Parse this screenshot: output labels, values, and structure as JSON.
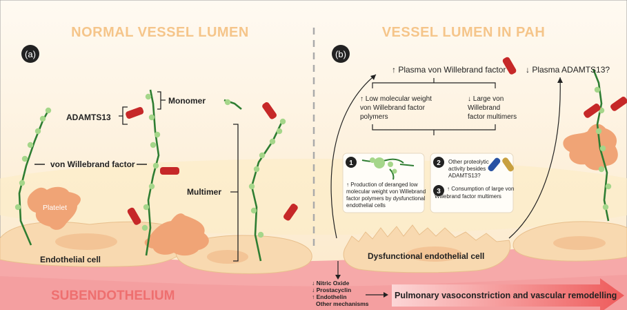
{
  "panel_a": {
    "title": "NORMAL VESSEL LUMEN",
    "badge": "(a)",
    "labels": {
      "monomer": "Monomer",
      "adamts13": "ADAMTS13",
      "vwf": "von Willebrand factor",
      "multimer": "Multimer",
      "platelet": "Platelet",
      "endothelial": "Endothelial cell"
    }
  },
  "panel_b": {
    "title": "VESSEL LUMEN IN PAH",
    "badge": "(b)",
    "plasma_vwf": "↑ Plasma von Willebrand factor",
    "plasma_adamts13": "↓ Plasma ADAMTS13?",
    "low_mw": [
      "↑ Low molecular weight",
      "von Willebrand factor",
      "polymers"
    ],
    "large_vwf": [
      "↓ Large von",
      "Willebrand",
      "factor multimers"
    ],
    "box1_num": "1",
    "box1_text": [
      "↑ Production of deranged low",
      "molecular weight von Willebrand",
      "factor polymers by dysfunctional",
      "endothelial cells"
    ],
    "box2_num": "2",
    "box2_text": [
      "Other proteolytic",
      "activity besides",
      "ADAMTS13?"
    ],
    "box3_num": "3",
    "box3_text": [
      "↑ Consumption of large von",
      "Willebrand factor multimers"
    ],
    "dysfunctional": "Dysfunctional endothelial cell"
  },
  "bottom": {
    "subendothelium": "SUBENDOTHELIUM",
    "effects": [
      "↓ Nitric Oxide",
      "↓ Prostacyclin",
      "↑ Endothelin",
      "Other mechanisms"
    ],
    "outcome": "Pulmonary vasoconstriction and vascular remodelling"
  },
  "colors": {
    "lumen": "#fdf5e8",
    "subendothelium": "#f6a9a9",
    "cell": "#f8d9b0",
    "vwf_strand": "#2e7d32",
    "vwf_bead": "#a5d68a",
    "adamts13": "#c62828",
    "platelet": "#f0a476",
    "arrow": "#ef5350"
  }
}
